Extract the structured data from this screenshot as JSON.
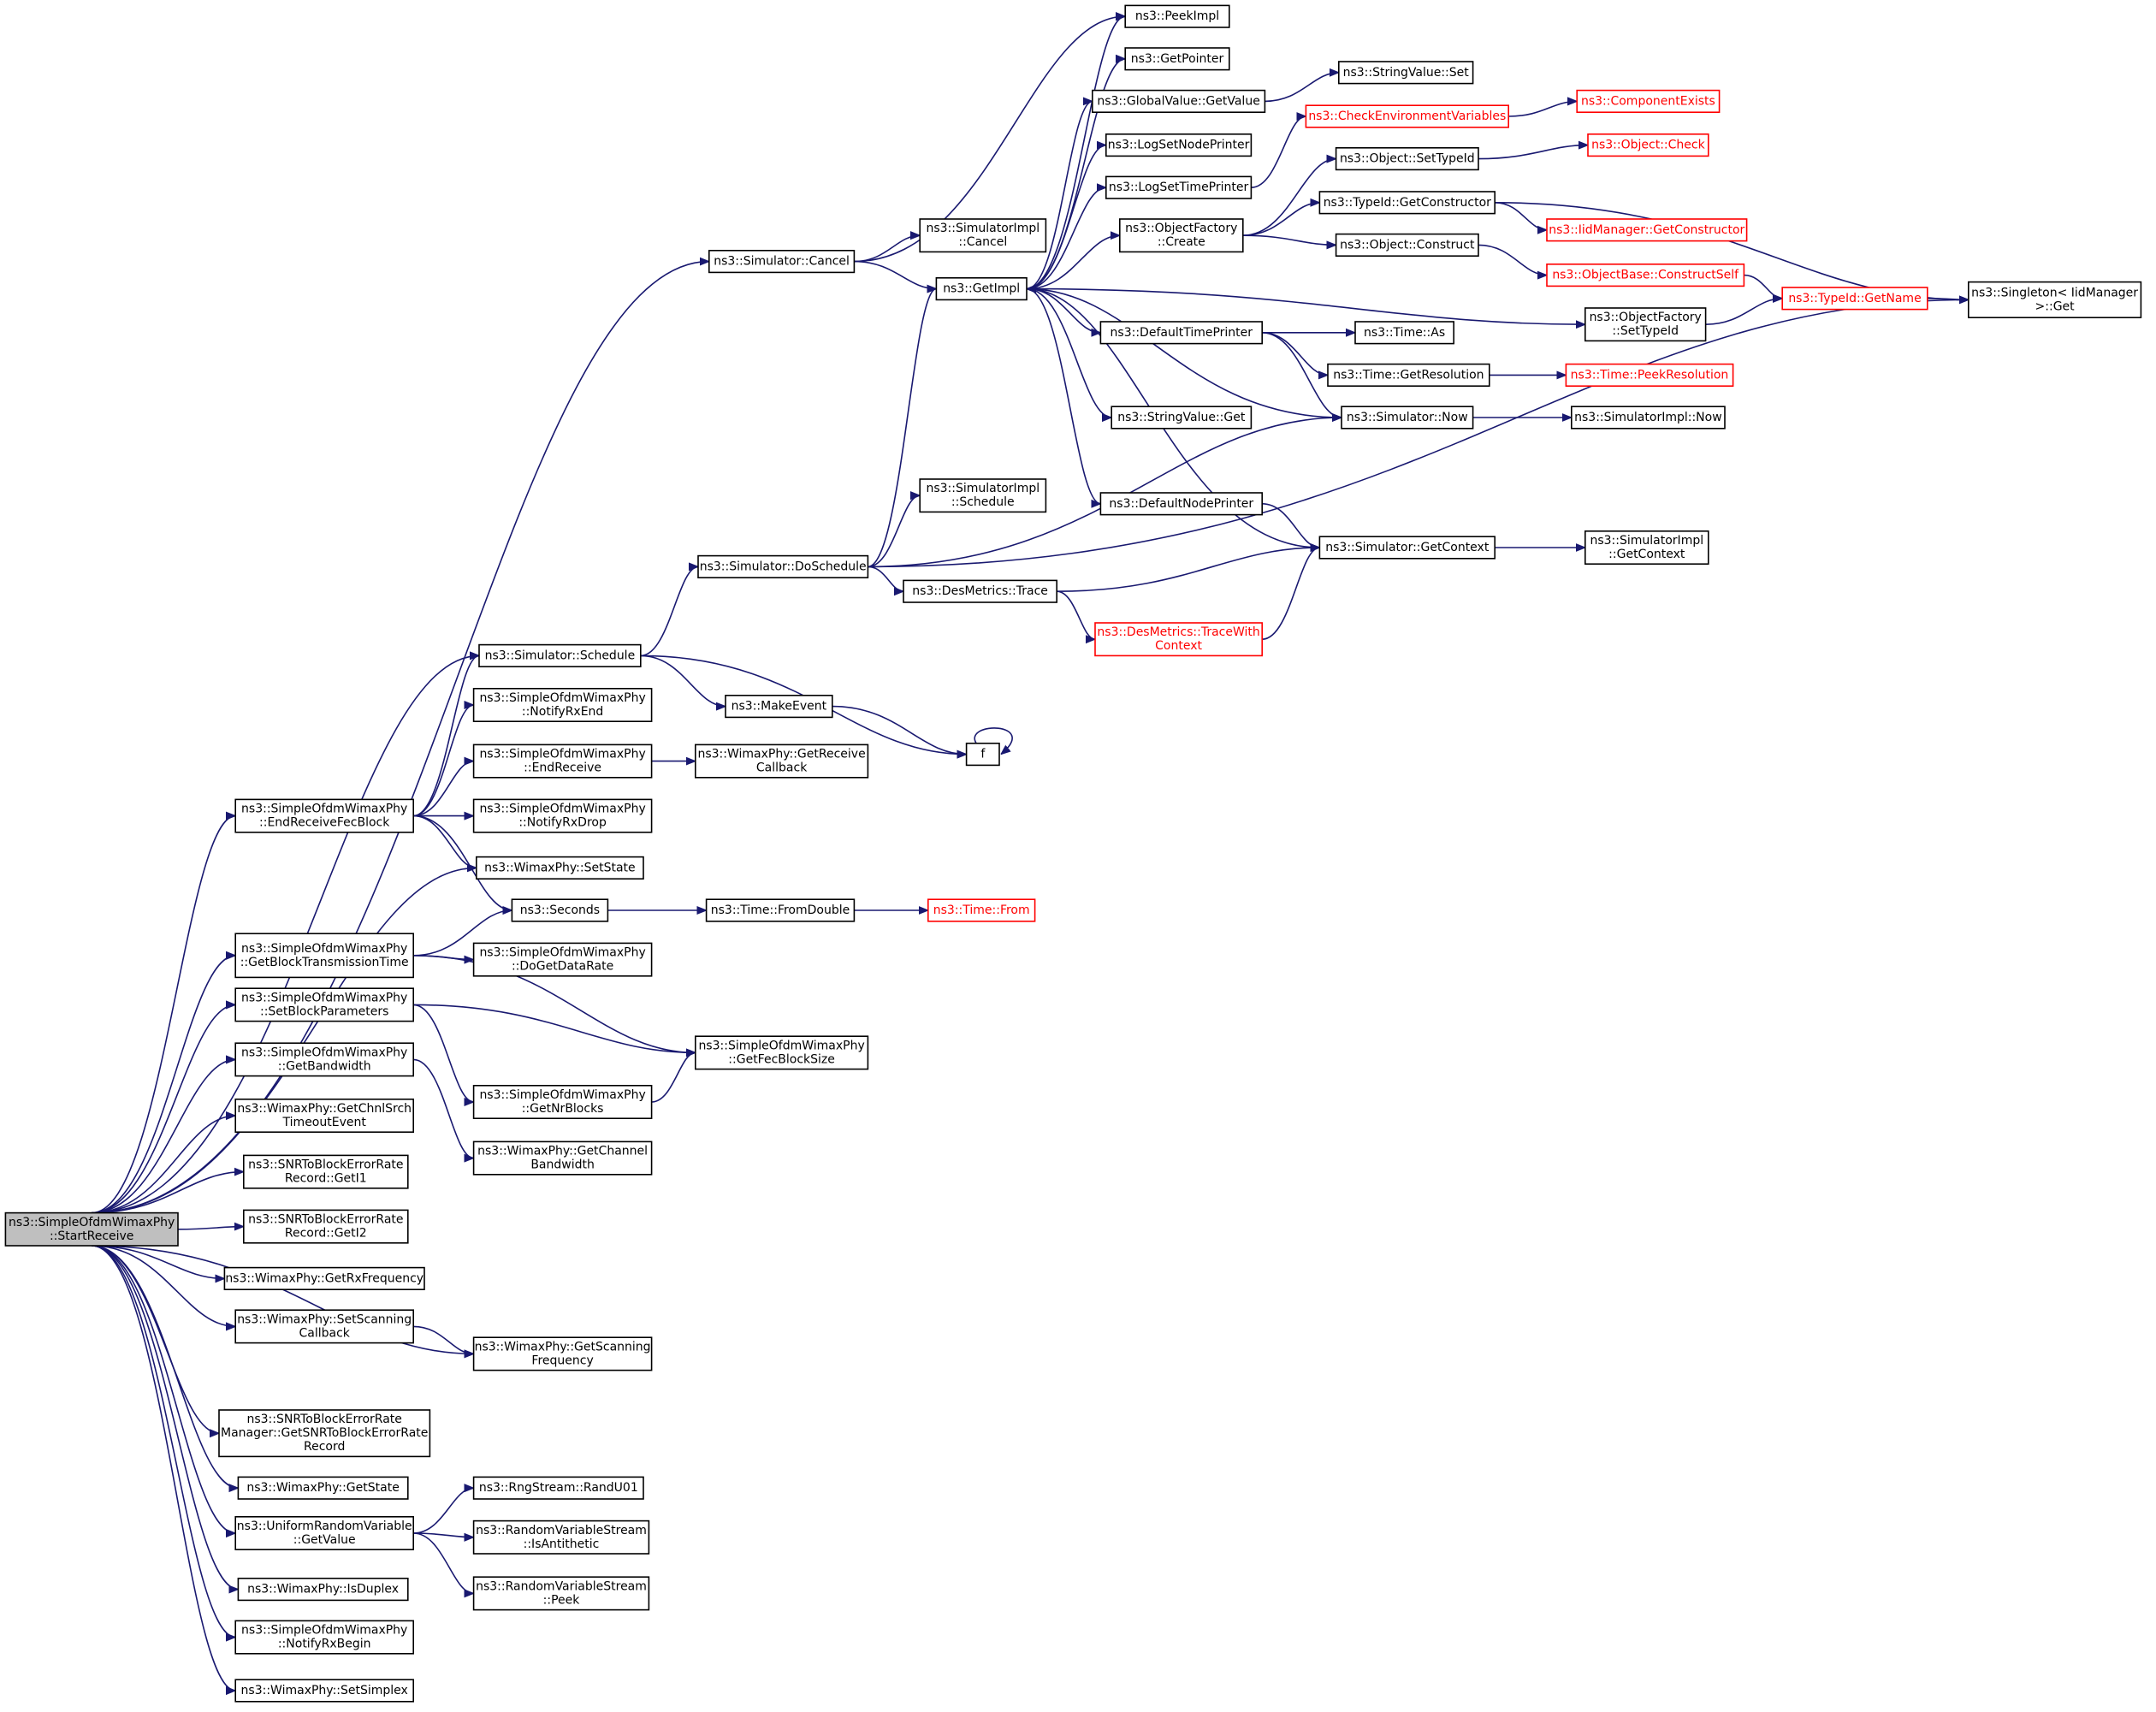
{
  "diagram": {
    "type": "call graph",
    "colors": {
      "edge": "#191970",
      "node_border": "#000000",
      "truncated_node_border": "#ff0000",
      "root_fill": "#bfbfbf",
      "node_fill": "#ffffff"
    },
    "nodes": [
      {
        "id": "start",
        "lines": [
          "ns3::SimpleOfdmWimaxPhy",
          "::StartReceive"
        ],
        "style": "root"
      },
      {
        "id": "cancel",
        "lines": [
          "ns3::Simulator::Cancel"
        ]
      },
      {
        "id": "endfec",
        "lines": [
          "ns3::SimpleOfdmWimaxPhy",
          "::EndReceiveFecBlock"
        ]
      },
      {
        "id": "schedule",
        "lines": [
          "ns3::Simulator::Schedule"
        ]
      },
      {
        "id": "setstate",
        "lines": [
          "ns3::WimaxPhy::SetState"
        ]
      },
      {
        "id": "getblocktt",
        "lines": [
          "ns3::SimpleOfdmWimaxPhy",
          "::GetBlockTransmissionTime"
        ]
      },
      {
        "id": "setblockparams",
        "lines": [
          "ns3::SimpleOfdmWimaxPhy",
          "::SetBlockParameters"
        ]
      },
      {
        "id": "getbandwidth",
        "lines": [
          "ns3::SimpleOfdmWimaxPhy",
          "::GetBandwidth"
        ]
      },
      {
        "id": "getchnlsrch",
        "lines": [
          "ns3::WimaxPhy::GetChnlSrch",
          "TimeoutEvent"
        ]
      },
      {
        "id": "geti1",
        "lines": [
          "ns3::SNRToBlockErrorRate",
          "Record::GetI1"
        ]
      },
      {
        "id": "geti2",
        "lines": [
          "ns3::SNRToBlockErrorRate",
          "Record::GetI2"
        ]
      },
      {
        "id": "getrxfreq",
        "lines": [
          "ns3::WimaxPhy::GetRxFrequency"
        ]
      },
      {
        "id": "setscancb",
        "lines": [
          "ns3::WimaxPhy::SetScanning",
          "Callback"
        ]
      },
      {
        "id": "getscanfreq",
        "lines": [
          "ns3::WimaxPhy::GetScanning",
          "Frequency"
        ]
      },
      {
        "id": "getsnrrecord",
        "lines": [
          "ns3::SNRToBlockErrorRate",
          "Manager::GetSNRToBlockErrorRate",
          "Record"
        ]
      },
      {
        "id": "getstate",
        "lines": [
          "ns3::WimaxPhy::GetState"
        ]
      },
      {
        "id": "urvgetvalue",
        "lines": [
          "ns3::UniformRandomVariable",
          "::GetValue"
        ]
      },
      {
        "id": "isduplex",
        "lines": [
          "ns3::WimaxPhy::IsDuplex"
        ]
      },
      {
        "id": "notifyrxbegin",
        "lines": [
          "ns3::SimpleOfdmWimaxPhy",
          "::NotifyRxBegin"
        ]
      },
      {
        "id": "setsimplex",
        "lines": [
          "ns3::WimaxPhy::SetSimplex"
        ]
      },
      {
        "id": "peekimpl",
        "lines": [
          "ns3::PeekImpl"
        ]
      },
      {
        "id": "simimplcancel",
        "lines": [
          "ns3::SimulatorImpl",
          "::Cancel"
        ]
      },
      {
        "id": "getimpl",
        "lines": [
          "ns3::GetImpl"
        ]
      },
      {
        "id": "getpointer",
        "lines": [
          "ns3::GetPointer"
        ]
      },
      {
        "id": "gvgetvalue",
        "lines": [
          "ns3::GlobalValue::GetValue"
        ]
      },
      {
        "id": "logsetnode",
        "lines": [
          "ns3::LogSetNodePrinter"
        ]
      },
      {
        "id": "logsettime",
        "lines": [
          "ns3::LogSetTimePrinter"
        ]
      },
      {
        "id": "ofcreate",
        "lines": [
          "ns3::ObjectFactory",
          "::Create"
        ]
      },
      {
        "id": "deftimeprinter",
        "lines": [
          "ns3::DefaultTimePrinter"
        ]
      },
      {
        "id": "svget",
        "lines": [
          "ns3::StringValue::Get"
        ]
      },
      {
        "id": "defnodeprinter",
        "lines": [
          "ns3::DefaultNodePrinter"
        ]
      },
      {
        "id": "svset",
        "lines": [
          "ns3::StringValue::Set"
        ]
      },
      {
        "id": "checkenv",
        "lines": [
          "ns3::CheckEnvironmentVariables"
        ],
        "style": "truncated"
      },
      {
        "id": "compexists",
        "lines": [
          "ns3::ComponentExists"
        ],
        "style": "truncated"
      },
      {
        "id": "objsettypeid",
        "lines": [
          "ns3::Object::SetTypeId"
        ]
      },
      {
        "id": "objcheck",
        "lines": [
          "ns3::Object::Check"
        ],
        "style": "truncated"
      },
      {
        "id": "tidgetctor",
        "lines": [
          "ns3::TypeId::GetConstructor"
        ]
      },
      {
        "id": "iidgetctor",
        "lines": [
          "ns3::IidManager::GetConstructor"
        ],
        "style": "truncated"
      },
      {
        "id": "objconstruct",
        "lines": [
          "ns3::Object::Construct"
        ]
      },
      {
        "id": "obconstructself",
        "lines": [
          "ns3::ObjectBase::ConstructSelf"
        ],
        "style": "truncated"
      },
      {
        "id": "tidgetname",
        "lines": [
          "ns3::TypeId::GetName"
        ],
        "style": "truncated"
      },
      {
        "id": "singleton",
        "lines": [
          "ns3::Singleton< IidManager",
          ">::Get"
        ]
      },
      {
        "id": "ofsettypeid",
        "lines": [
          "ns3::ObjectFactory",
          "::SetTypeId"
        ]
      },
      {
        "id": "timeas",
        "lines": [
          "ns3::Time::As"
        ]
      },
      {
        "id": "timegetres",
        "lines": [
          "ns3::Time::GetResolution"
        ]
      },
      {
        "id": "timepeekres",
        "lines": [
          "ns3::Time::PeekResolution"
        ],
        "style": "truncated"
      },
      {
        "id": "simnow",
        "lines": [
          "ns3::Simulator::Now"
        ]
      },
      {
        "id": "simimplnow",
        "lines": [
          "ns3::SimulatorImpl::Now"
        ]
      },
      {
        "id": "simimplschedule",
        "lines": [
          "ns3::SimulatorImpl",
          "::Schedule"
        ]
      },
      {
        "id": "doschedule",
        "lines": [
          "ns3::Simulator::DoSchedule"
        ]
      },
      {
        "id": "desmetricstrace",
        "lines": [
          "ns3::DesMetrics::Trace"
        ]
      },
      {
        "id": "desmetricstracewc",
        "lines": [
          "ns3::DesMetrics::TraceWith",
          "Context"
        ],
        "style": "truncated"
      },
      {
        "id": "simgetcontext",
        "lines": [
          "ns3::Simulator::GetContext"
        ]
      },
      {
        "id": "simimplgetcontext",
        "lines": [
          "ns3::SimulatorImpl",
          "::GetContext"
        ]
      },
      {
        "id": "makeevent",
        "lines": [
          "ns3::MakeEvent"
        ]
      },
      {
        "id": "f",
        "lines": [
          "f"
        ]
      },
      {
        "id": "notifyrxend",
        "lines": [
          "ns3::SimpleOfdmWimaxPhy",
          "::NotifyRxEnd"
        ]
      },
      {
        "id": "endreceive",
        "lines": [
          "ns3::SimpleOfdmWimaxPhy",
          "::EndReceive"
        ]
      },
      {
        "id": "getreceivecb",
        "lines": [
          "ns3::WimaxPhy::GetReceive",
          "Callback"
        ]
      },
      {
        "id": "notifyrxdrop",
        "lines": [
          "ns3::SimpleOfdmWimaxPhy",
          "::NotifyRxDrop"
        ]
      },
      {
        "id": "seconds",
        "lines": [
          "ns3::Seconds"
        ]
      },
      {
        "id": "timefromdouble",
        "lines": [
          "ns3::Time::FromDouble"
        ]
      },
      {
        "id": "timefrom",
        "lines": [
          "ns3::Time::From"
        ],
        "style": "truncated"
      },
      {
        "id": "dogetdatarate",
        "lines": [
          "ns3::SimpleOfdmWimaxPhy",
          "::DoGetDataRate"
        ]
      },
      {
        "id": "getfecblocksize",
        "lines": [
          "ns3::SimpleOfdmWimaxPhy",
          "::GetFecBlockSize"
        ]
      },
      {
        "id": "getnrblocks",
        "lines": [
          "ns3::SimpleOfdmWimaxPhy",
          "::GetNrBlocks"
        ]
      },
      {
        "id": "getchannelbw",
        "lines": [
          "ns3::WimaxPhy::GetChannel",
          "Bandwidth"
        ]
      },
      {
        "id": "randu01",
        "lines": [
          "ns3::RngStream::RandU01"
        ]
      },
      {
        "id": "isantithetic",
        "lines": [
          "ns3::RandomVariableStream",
          "::IsAntithetic"
        ]
      },
      {
        "id": "rvspeek",
        "lines": [
          "ns3::RandomVariableStream",
          "::Peek"
        ]
      }
    ],
    "edges": [
      [
        "start",
        "cancel"
      ],
      [
        "start",
        "endfec"
      ],
      [
        "start",
        "schedule"
      ],
      [
        "start",
        "setstate"
      ],
      [
        "start",
        "getblocktt"
      ],
      [
        "start",
        "setblockparams"
      ],
      [
        "start",
        "getbandwidth"
      ],
      [
        "start",
        "getchnlsrch"
      ],
      [
        "start",
        "geti1"
      ],
      [
        "start",
        "geti2"
      ],
      [
        "start",
        "getrxfreq"
      ],
      [
        "start",
        "setscancb"
      ],
      [
        "start",
        "getscanfreq"
      ],
      [
        "start",
        "getsnrrecord"
      ],
      [
        "start",
        "getstate"
      ],
      [
        "start",
        "urvgetvalue"
      ],
      [
        "start",
        "isduplex"
      ],
      [
        "start",
        "notifyrxbegin"
      ],
      [
        "start",
        "setsimplex"
      ],
      [
        "cancel",
        "peekimpl"
      ],
      [
        "cancel",
        "simimplcancel"
      ],
      [
        "cancel",
        "getimpl"
      ],
      [
        "getimpl",
        "peekimpl"
      ],
      [
        "getimpl",
        "getpointer"
      ],
      [
        "getimpl",
        "gvgetvalue"
      ],
      [
        "getimpl",
        "logsetnode"
      ],
      [
        "getimpl",
        "logsettime"
      ],
      [
        "getimpl",
        "ofcreate"
      ],
      [
        "getimpl",
        "deftimeprinter"
      ],
      [
        "getimpl",
        "svget"
      ],
      [
        "getimpl",
        "defnodeprinter"
      ],
      [
        "getimpl",
        "ofsettypeid"
      ],
      [
        "gvgetvalue",
        "svset"
      ],
      [
        "logsettime",
        "checkenv"
      ],
      [
        "checkenv",
        "compexists"
      ],
      [
        "ofcreate",
        "objsettypeid"
      ],
      [
        "ofcreate",
        "tidgetctor"
      ],
      [
        "ofcreate",
        "objconstruct"
      ],
      [
        "objsettypeid",
        "objcheck"
      ],
      [
        "tidgetctor",
        "iidgetctor"
      ],
      [
        "tidgetctor",
        "singleton"
      ],
      [
        "objconstruct",
        "obconstructself"
      ],
      [
        "obconstructself",
        "tidgetname"
      ],
      [
        "tidgetname",
        "singleton"
      ],
      [
        "ofsettypeid",
        "tidgetname"
      ],
      [
        "deftimeprinter",
        "timeas"
      ],
      [
        "deftimeprinter",
        "timegetres"
      ],
      [
        "deftimeprinter",
        "simnow"
      ],
      [
        "timegetres",
        "timepeekres"
      ],
      [
        "simnow",
        "getimpl"
      ],
      [
        "simnow",
        "simimplnow"
      ],
      [
        "defnodeprinter",
        "simgetcontext"
      ],
      [
        "simgetcontext",
        "getimpl"
      ],
      [
        "simgetcontext",
        "simimplgetcontext"
      ],
      [
        "doschedule",
        "getimpl"
      ],
      [
        "doschedule",
        "simimplschedule"
      ],
      [
        "doschedule",
        "simnow"
      ],
      [
        "doschedule",
        "desmetricstrace"
      ],
      [
        "doschedule",
        "singleton"
      ],
      [
        "desmetricstrace",
        "simgetcontext"
      ],
      [
        "desmetricstrace",
        "desmetricstracewc"
      ],
      [
        "desmetricstracewc",
        "simgetcontext"
      ],
      [
        "schedule",
        "doschedule"
      ],
      [
        "schedule",
        "makeevent"
      ],
      [
        "schedule",
        "f"
      ],
      [
        "makeevent",
        "f"
      ],
      [
        "f",
        "f"
      ],
      [
        "endfec",
        "schedule"
      ],
      [
        "endfec",
        "notifyrxend"
      ],
      [
        "endfec",
        "endreceive"
      ],
      [
        "endfec",
        "notifyrxdrop"
      ],
      [
        "endfec",
        "setstate"
      ],
      [
        "endfec",
        "seconds"
      ],
      [
        "endreceive",
        "getreceivecb"
      ],
      [
        "getblocktt",
        "seconds"
      ],
      [
        "getblocktt",
        "dogetdatarate"
      ],
      [
        "getblocktt",
        "getfecblocksize"
      ],
      [
        "seconds",
        "timefromdouble"
      ],
      [
        "timefromdouble",
        "timefrom"
      ],
      [
        "setblockparams",
        "getfecblocksize"
      ],
      [
        "setblockparams",
        "getnrblocks"
      ],
      [
        "getnrblocks",
        "getfecblocksize"
      ],
      [
        "getbandwidth",
        "getchannelbw"
      ],
      [
        "setscancb",
        "getscanfreq"
      ],
      [
        "urvgetvalue",
        "randu01"
      ],
      [
        "urvgetvalue",
        "isantithetic"
      ],
      [
        "urvgetvalue",
        "rvspeek"
      ]
    ]
  }
}
